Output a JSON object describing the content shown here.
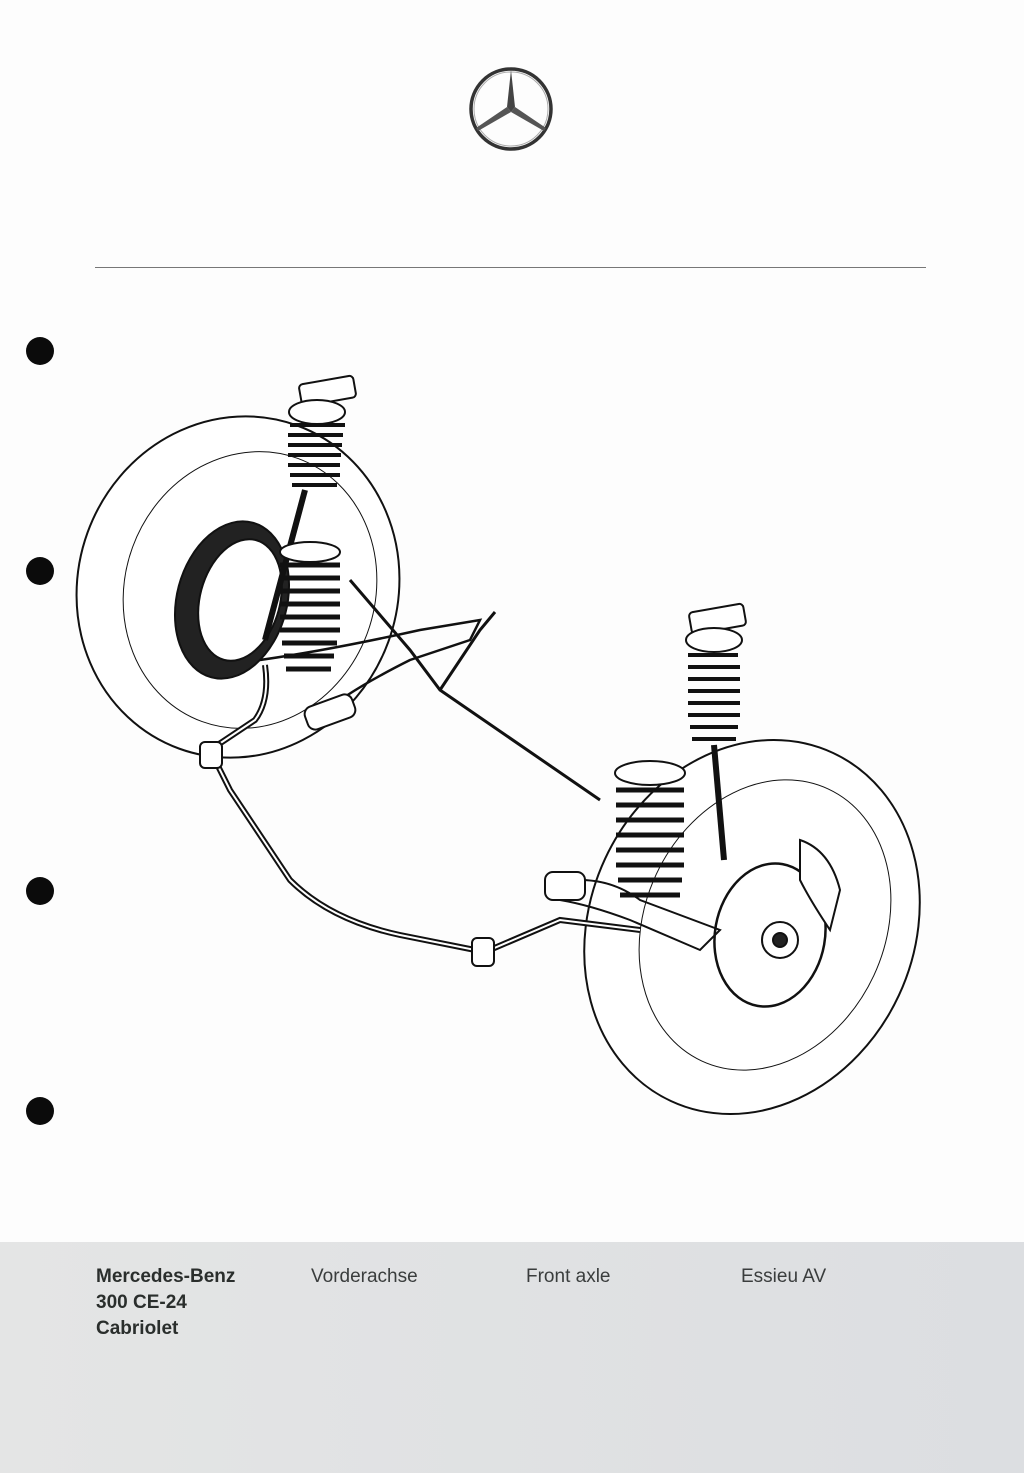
{
  "logo": {
    "name": "Mercedes-Benz star"
  },
  "illustration": {
    "subject": "front-axle-cutaway"
  },
  "footer": {
    "brand": "Mercedes-Benz",
    "model": "300 CE-24",
    "body": "Cabriolet",
    "label_de": "Vorderachse",
    "label_en": "Front axle",
    "label_fr": "Essieu AV"
  }
}
